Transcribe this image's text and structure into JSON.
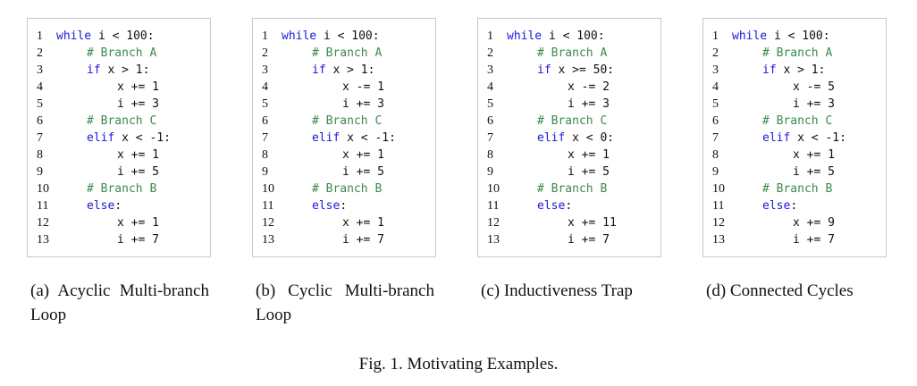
{
  "panels": [
    {
      "caption": "(a)  Acyclic  Multi-branch Loop",
      "lines": [
        {
          "n": "1",
          "i": 0,
          "t": [
            {
              "k": "kw",
              "s": "while"
            },
            {
              "k": "pl",
              "s": " i < 100:"
            }
          ]
        },
        {
          "n": "2",
          "i": 1,
          "t": [
            {
              "k": "cm",
              "s": "# Branch A"
            }
          ]
        },
        {
          "n": "3",
          "i": 1,
          "t": [
            {
              "k": "kw",
              "s": "if"
            },
            {
              "k": "pl",
              "s": " x > 1:"
            }
          ]
        },
        {
          "n": "4",
          "i": 2,
          "t": [
            {
              "k": "pl",
              "s": "x += 1"
            }
          ]
        },
        {
          "n": "5",
          "i": 2,
          "t": [
            {
              "k": "pl",
              "s": "i += 3"
            }
          ]
        },
        {
          "n": "6",
          "i": 1,
          "t": [
            {
              "k": "cm",
              "s": "# Branch C"
            }
          ]
        },
        {
          "n": "7",
          "i": 1,
          "t": [
            {
              "k": "kw",
              "s": "elif"
            },
            {
              "k": "pl",
              "s": " x < -1:"
            }
          ]
        },
        {
          "n": "8",
          "i": 2,
          "t": [
            {
              "k": "pl",
              "s": "x += 1"
            }
          ]
        },
        {
          "n": "9",
          "i": 2,
          "t": [
            {
              "k": "pl",
              "s": "i += 5"
            }
          ]
        },
        {
          "n": "10",
          "i": 1,
          "t": [
            {
              "k": "cm",
              "s": "# Branch B"
            }
          ]
        },
        {
          "n": "11",
          "i": 1,
          "t": [
            {
              "k": "kw",
              "s": "else"
            },
            {
              "k": "pl",
              "s": ":"
            }
          ]
        },
        {
          "n": "12",
          "i": 2,
          "t": [
            {
              "k": "pl",
              "s": "x += 1"
            }
          ]
        },
        {
          "n": "13",
          "i": 2,
          "t": [
            {
              "k": "pl",
              "s": "i += 7"
            }
          ]
        }
      ]
    },
    {
      "caption": "(b)  Cyclic  Multi-branch Loop",
      "lines": [
        {
          "n": "1",
          "i": 0,
          "t": [
            {
              "k": "kw",
              "s": "while"
            },
            {
              "k": "pl",
              "s": " i < 100:"
            }
          ]
        },
        {
          "n": "2",
          "i": 1,
          "t": [
            {
              "k": "cm",
              "s": "# Branch A"
            }
          ]
        },
        {
          "n": "3",
          "i": 1,
          "t": [
            {
              "k": "kw",
              "s": "if"
            },
            {
              "k": "pl",
              "s": " x > 1:"
            }
          ]
        },
        {
          "n": "4",
          "i": 2,
          "t": [
            {
              "k": "pl",
              "s": "x -= 1"
            }
          ]
        },
        {
          "n": "5",
          "i": 2,
          "t": [
            {
              "k": "pl",
              "s": "i += 3"
            }
          ]
        },
        {
          "n": "6",
          "i": 1,
          "t": [
            {
              "k": "cm",
              "s": "# Branch C"
            }
          ]
        },
        {
          "n": "7",
          "i": 1,
          "t": [
            {
              "k": "kw",
              "s": "elif"
            },
            {
              "k": "pl",
              "s": " x < -1:"
            }
          ]
        },
        {
          "n": "8",
          "i": 2,
          "t": [
            {
              "k": "pl",
              "s": "x += 1"
            }
          ]
        },
        {
          "n": "9",
          "i": 2,
          "t": [
            {
              "k": "pl",
              "s": "i += 5"
            }
          ]
        },
        {
          "n": "10",
          "i": 1,
          "t": [
            {
              "k": "cm",
              "s": "# Branch B"
            }
          ]
        },
        {
          "n": "11",
          "i": 1,
          "t": [
            {
              "k": "kw",
              "s": "else"
            },
            {
              "k": "pl",
              "s": ":"
            }
          ]
        },
        {
          "n": "12",
          "i": 2,
          "t": [
            {
              "k": "pl",
              "s": "x += 1"
            }
          ]
        },
        {
          "n": "13",
          "i": 2,
          "t": [
            {
              "k": "pl",
              "s": "i += 7"
            }
          ]
        }
      ]
    },
    {
      "caption": "(c) Inductiveness Trap",
      "lines": [
        {
          "n": "1",
          "i": 0,
          "t": [
            {
              "k": "kw",
              "s": "while"
            },
            {
              "k": "pl",
              "s": " i < 100:"
            }
          ]
        },
        {
          "n": "2",
          "i": 1,
          "t": [
            {
              "k": "cm",
              "s": "# Branch A"
            }
          ]
        },
        {
          "n": "3",
          "i": 1,
          "t": [
            {
              "k": "kw",
              "s": "if"
            },
            {
              "k": "pl",
              "s": " x >= 50:"
            }
          ]
        },
        {
          "n": "4",
          "i": 2,
          "t": [
            {
              "k": "pl",
              "s": "x -= 2"
            }
          ]
        },
        {
          "n": "5",
          "i": 2,
          "t": [
            {
              "k": "pl",
              "s": "i += 3"
            }
          ]
        },
        {
          "n": "6",
          "i": 1,
          "t": [
            {
              "k": "cm",
              "s": "# Branch C"
            }
          ]
        },
        {
          "n": "7",
          "i": 1,
          "t": [
            {
              "k": "kw",
              "s": "elif"
            },
            {
              "k": "pl",
              "s": " x < 0:"
            }
          ]
        },
        {
          "n": "8",
          "i": 2,
          "t": [
            {
              "k": "pl",
              "s": "x += 1"
            }
          ]
        },
        {
          "n": "9",
          "i": 2,
          "t": [
            {
              "k": "pl",
              "s": "i += 5"
            }
          ]
        },
        {
          "n": "10",
          "i": 1,
          "t": [
            {
              "k": "cm",
              "s": "# Branch B"
            }
          ]
        },
        {
          "n": "11",
          "i": 1,
          "t": [
            {
              "k": "kw",
              "s": "else"
            },
            {
              "k": "pl",
              "s": ":"
            }
          ]
        },
        {
          "n": "12",
          "i": 2,
          "t": [
            {
              "k": "pl",
              "s": "x += 11"
            }
          ]
        },
        {
          "n": "13",
          "i": 2,
          "t": [
            {
              "k": "pl",
              "s": "i += 7"
            }
          ]
        }
      ]
    },
    {
      "caption": "(d) Connected Cycles",
      "lines": [
        {
          "n": "1",
          "i": 0,
          "t": [
            {
              "k": "kw",
              "s": "while"
            },
            {
              "k": "pl",
              "s": " i < 100:"
            }
          ]
        },
        {
          "n": "2",
          "i": 1,
          "t": [
            {
              "k": "cm",
              "s": "# Branch A"
            }
          ]
        },
        {
          "n": "3",
          "i": 1,
          "t": [
            {
              "k": "kw",
              "s": "if"
            },
            {
              "k": "pl",
              "s": " x > 1:"
            }
          ]
        },
        {
          "n": "4",
          "i": 2,
          "t": [
            {
              "k": "pl",
              "s": "x -= 5"
            }
          ]
        },
        {
          "n": "5",
          "i": 2,
          "t": [
            {
              "k": "pl",
              "s": "i += 3"
            }
          ]
        },
        {
          "n": "6",
          "i": 1,
          "t": [
            {
              "k": "cm",
              "s": "# Branch C"
            }
          ]
        },
        {
          "n": "7",
          "i": 1,
          "t": [
            {
              "k": "kw",
              "s": "elif"
            },
            {
              "k": "pl",
              "s": " x < -1:"
            }
          ]
        },
        {
          "n": "8",
          "i": 2,
          "t": [
            {
              "k": "pl",
              "s": "x += 1"
            }
          ]
        },
        {
          "n": "9",
          "i": 2,
          "t": [
            {
              "k": "pl",
              "s": "i += 5"
            }
          ]
        },
        {
          "n": "10",
          "i": 1,
          "t": [
            {
              "k": "cm",
              "s": "# Branch B"
            }
          ]
        },
        {
          "n": "11",
          "i": 1,
          "t": [
            {
              "k": "kw",
              "s": "else"
            },
            {
              "k": "pl",
              "s": ":"
            }
          ]
        },
        {
          "n": "12",
          "i": 2,
          "t": [
            {
              "k": "pl",
              "s": "x += 9"
            }
          ]
        },
        {
          "n": "13",
          "i": 2,
          "t": [
            {
              "k": "pl",
              "s": "i += 7"
            }
          ]
        }
      ]
    }
  ],
  "figure_caption": "Fig. 1.  Motivating Examples.",
  "colors": {
    "keyword": "#1a1adb",
    "comment": "#3b8a4f",
    "text": "#111111",
    "border": "#c8c8c8"
  }
}
